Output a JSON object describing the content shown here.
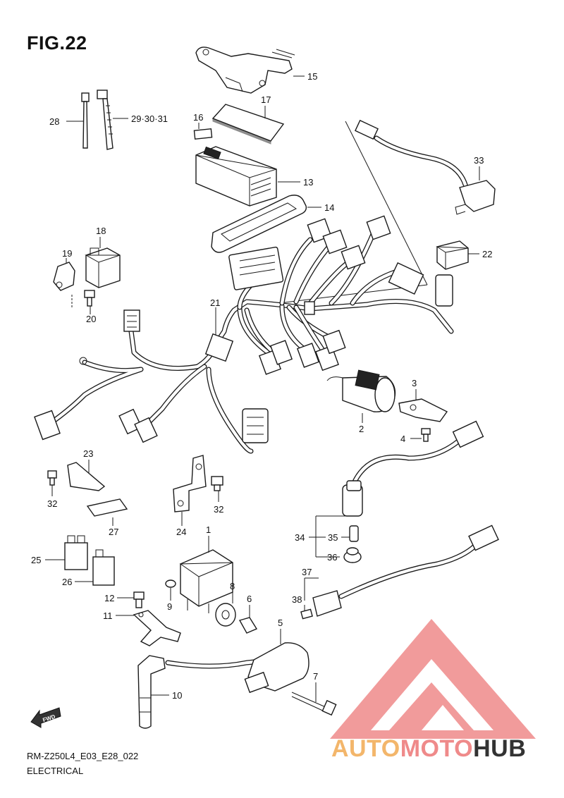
{
  "figure": {
    "title": "FIG.22"
  },
  "footer": {
    "code": "RM-Z250L4_E03_E28_022",
    "caption": "ELECTRICAL"
  },
  "watermark": {
    "part1": "AUTO",
    "part2": "MOTO",
    "part3": "HUB",
    "colors": {
      "triangle": "#ef8a8a",
      "auto": "#f3b66b",
      "moto": "#ef8a8a",
      "hub": "#333333"
    }
  },
  "callouts": {
    "c1": "1",
    "c2": "2",
    "c3": "3",
    "c4": "4",
    "c5": "5",
    "c6": "6",
    "c7": "7",
    "c8": "8",
    "c9": "9",
    "c10": "10",
    "c11": "11",
    "c12": "12",
    "c13": "13",
    "c14": "14",
    "c15": "15",
    "c16": "16",
    "c17": "17",
    "c18": "18",
    "c19": "19",
    "c20": "20",
    "c21": "21",
    "c22": "22",
    "c23": "23",
    "c24": "24",
    "c25": "25",
    "c26": "26",
    "c27": "27",
    "c28": "28",
    "c29": "29·30·31",
    "c32a": "32",
    "c32b": "32",
    "c33": "33",
    "c34": "34",
    "c35": "35",
    "c36": "36",
    "c37": "37",
    "c38": "38"
  },
  "icons": {
    "fwd_arrow": "FWD"
  }
}
